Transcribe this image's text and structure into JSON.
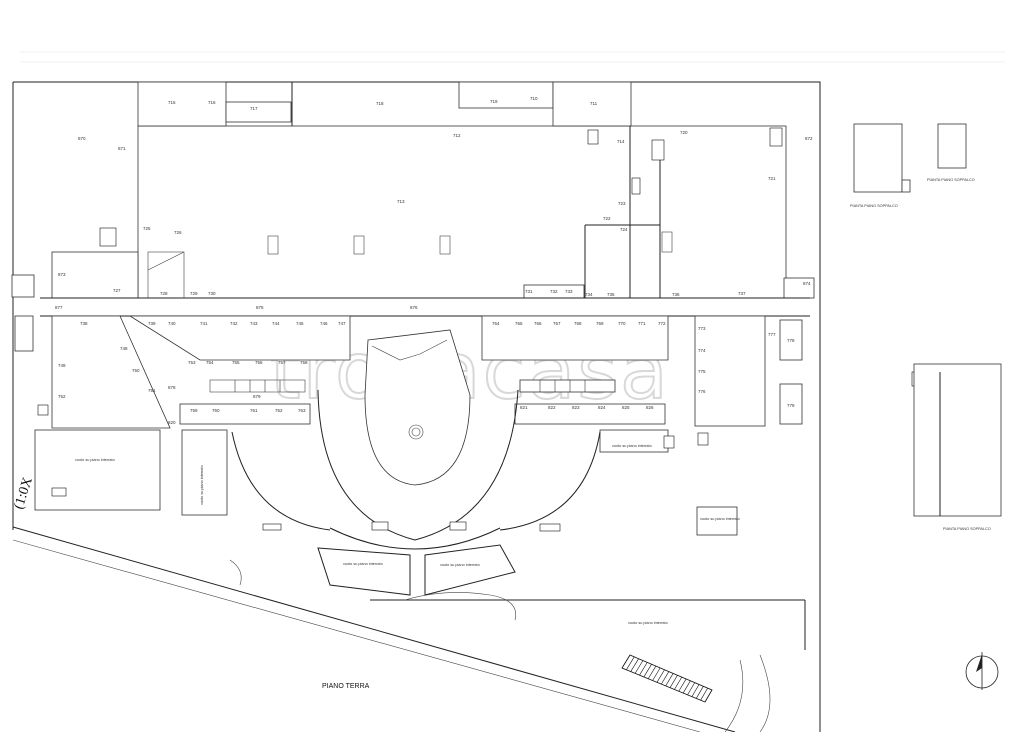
{
  "watermark": "trovacasa",
  "titles": {
    "main": "PIANO TERRA",
    "scale_stamp": "(1:0X",
    "mezzanine_1": "PIANTA PIANO SOPPALCO",
    "mezzanine_2": "PIANTA PIANO SOPPALCO",
    "mezzanine_3": "PIANTA PIANO SOPPALCO"
  },
  "notes": {
    "void_1": "vuoto su piano interrato",
    "void_2": "vuoto su piano interrato",
    "void_3": "vuoto su piano interrato",
    "void_4": "vuoto su piano interrato",
    "void_5": "vuoto su piano interrato",
    "void_6": "vuoto su piano interrato",
    "void_7": "vuoto su piano interrato"
  },
  "rooms": {
    "r_715": "715",
    "r_716": "716",
    "r_717": "717",
    "r_718": "718",
    "r_719": "719",
    "r_710": "710",
    "r_711": "711",
    "r_712": "712",
    "r_713": "713",
    "r_714": "714",
    "r_720": "720",
    "r_721": "721",
    "r_722": "722",
    "r_723": "723",
    "r_724": "724",
    "r_725": "725",
    "r_726": "726",
    "r_727": "727",
    "r_728": "728",
    "r_729": "729",
    "r_730": "730",
    "r_731": "731",
    "r_732": "732",
    "r_733": "733",
    "r_734": "734",
    "r_735": "735",
    "r_736": "736",
    "r_737": "737",
    "r_738": "738",
    "r_739": "739",
    "r_740": "740",
    "r_741": "741",
    "r_742": "742",
    "r_743": "743",
    "r_744": "744",
    "r_745": "745",
    "r_746": "746",
    "r_747": "747",
    "r_748": "748",
    "r_749": "749",
    "r_750": "750",
    "r_751": "751",
    "r_752": "752",
    "r_753": "753",
    "r_754": "754",
    "r_755": "755",
    "r_756": "756",
    "r_757": "757",
    "r_758": "758",
    "r_759": "759",
    "r_760": "760",
    "r_761": "761",
    "r_762": "762",
    "r_763": "763",
    "r_764": "764",
    "r_765": "765",
    "r_766": "766",
    "r_767": "767",
    "r_768": "768",
    "r_769": "769",
    "r_770": "770",
    "r_771": "771",
    "r_772": "772",
    "r_773": "773",
    "r_774": "774",
    "r_775": "775",
    "r_776": "776",
    "r_777": "777",
    "r_778": "778",
    "r_779": "779",
    "r_870": "870",
    "r_871": "871",
    "r_872": "872",
    "r_873": "873",
    "r_874": "874",
    "r_875": "875",
    "r_876": "876",
    "r_877": "877",
    "r_878": "878",
    "r_879": "879",
    "r_820": "820",
    "r_821": "821",
    "r_822": "822",
    "r_823": "823",
    "r_824": "824",
    "r_825": "825",
    "r_826": "826"
  }
}
